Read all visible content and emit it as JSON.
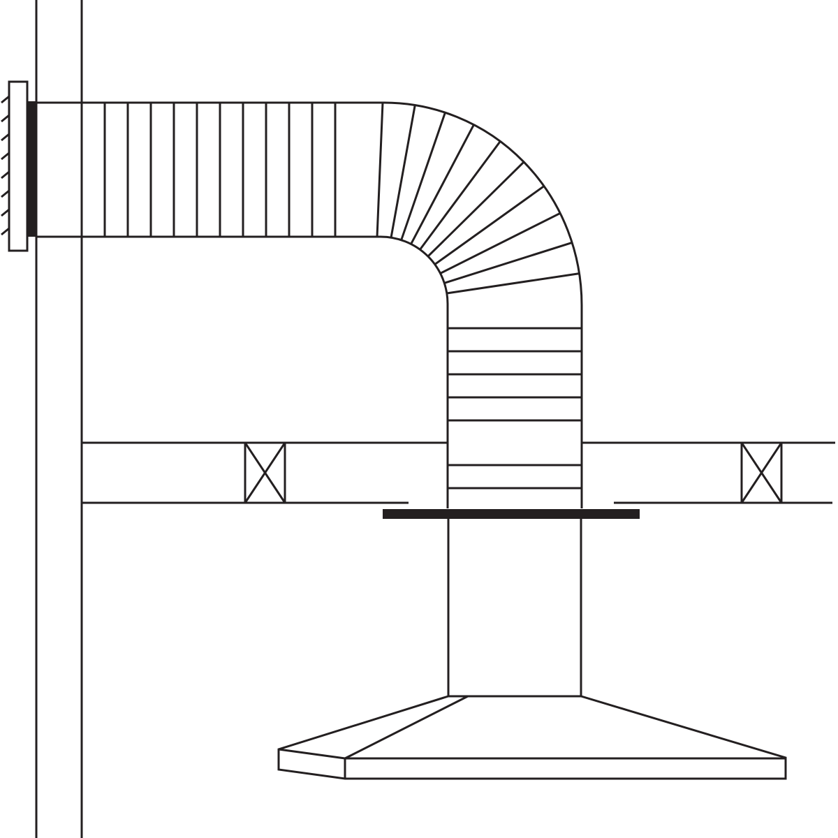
{
  "diagram": {
    "description_text": "",
    "components": [
      {
        "id": "wall",
        "name": "wall"
      },
      {
        "id": "wall-vent-grille",
        "name": "vent-grille"
      },
      {
        "id": "flexible-duct",
        "name": "flexible-duct"
      },
      {
        "id": "ceiling-joists",
        "name": "ceiling-joists"
      },
      {
        "id": "ceiling-plate",
        "name": "ceiling-plate"
      },
      {
        "id": "chimney",
        "name": "chimney"
      },
      {
        "id": "range-hood",
        "name": "range-hood"
      }
    ],
    "colors": {
      "line": "#231f20",
      "background": "#ffffff"
    }
  }
}
